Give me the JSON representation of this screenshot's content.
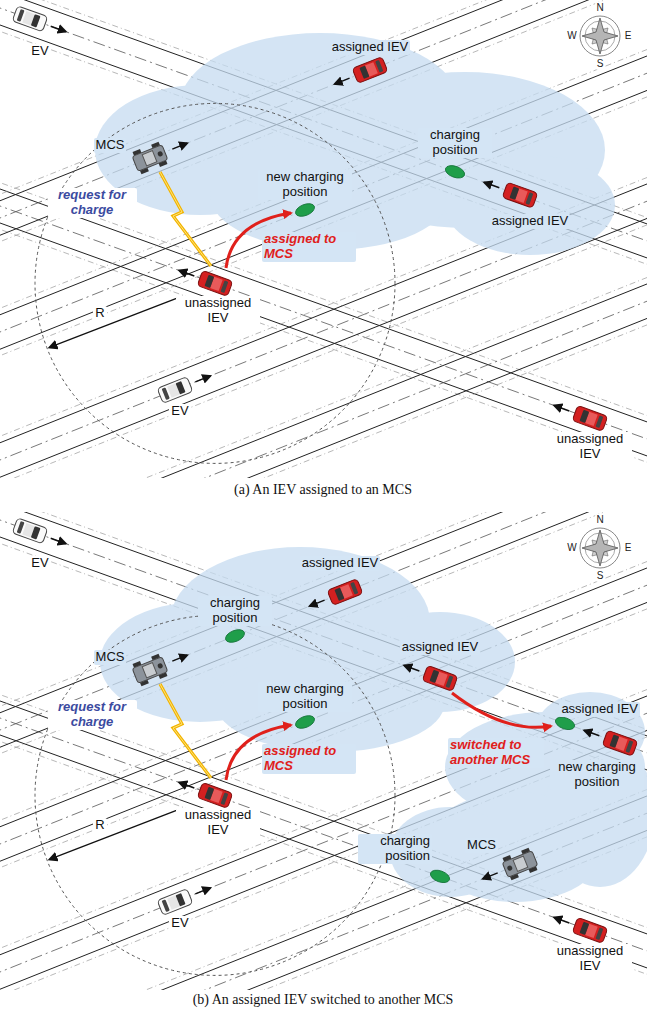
{
  "diagram": {
    "labels": [
      "N",
      "W",
      "E",
      "S",
      "EV",
      "assigned IEV",
      "charging position",
      "new charging position",
      "assigned IEV",
      "MCS",
      "request for charge",
      "assigned to MCS",
      "unassigned IEV",
      "R",
      "EV",
      "unassigned IEV",
      "(a) An IEV assigned to an MCS",
      "N",
      "W",
      "E",
      "S",
      "EV",
      "assigned IEV",
      "charging position",
      "MCS",
      "new charging position",
      "assigned IEV",
      "assigned IEV",
      "switched to another MCS",
      "request for charge",
      "assigned to MCS",
      "unassigned IEV",
      "new charging position",
      "charging position",
      "MCS",
      "R",
      "EV",
      "unassigned IEV",
      "(b) An assigned IEV switched to another MCS"
    ]
  }
}
